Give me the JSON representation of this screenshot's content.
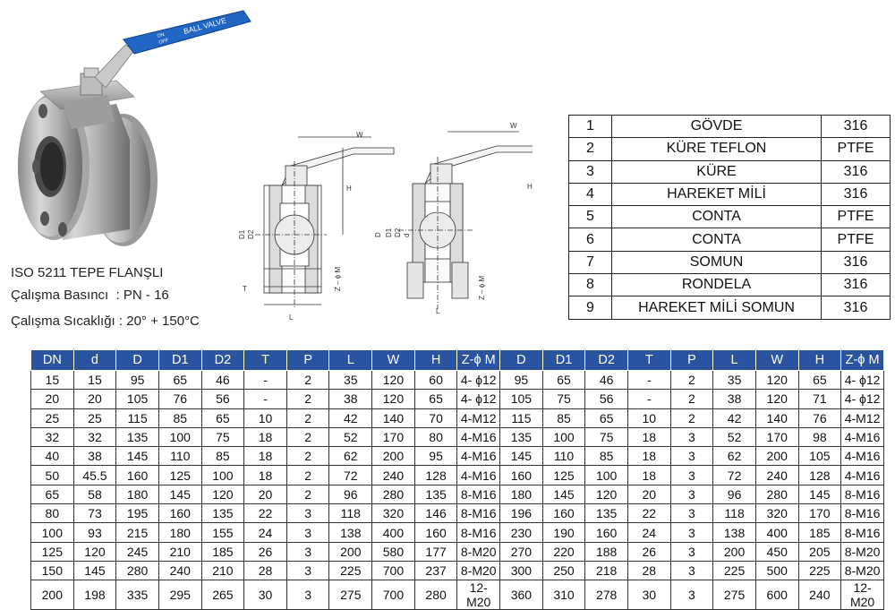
{
  "photo": {
    "handle_text": "BALL VALVE",
    "on_text": "ON",
    "off_text": "OFF"
  },
  "specs": {
    "title": "ISO 5211 TEPE FLANŞLI",
    "pressure_label": "Çalışma Basıncı",
    "pressure_sep": ":",
    "pressure_value": "PN - 16",
    "temp_label": "Çalışma Sıcaklığı",
    "temp_sep": ":",
    "temp_value": "20° + 150°C"
  },
  "drawing_labels": {
    "w": "W",
    "h": "H",
    "d1": "D1",
    "d2": "D2",
    "d": "d",
    "dd": "D",
    "zm": "Z – ϕ M",
    "l": "L",
    "t": "T"
  },
  "parts": [
    {
      "no": "1",
      "name": "GÖVDE",
      "material": "316"
    },
    {
      "no": "2",
      "name": "KÜRE TEFLON",
      "material": "PTFE"
    },
    {
      "no": "3",
      "name": "KÜRE",
      "material": "316"
    },
    {
      "no": "4",
      "name": "HAREKET MİLİ",
      "material": "316"
    },
    {
      "no": "5",
      "name": "CONTA",
      "material": "PTFE"
    },
    {
      "no": "6",
      "name": "CONTA",
      "material": "PTFE"
    },
    {
      "no": "7",
      "name": "SOMUN",
      "material": "316"
    },
    {
      "no": "8",
      "name": "RONDELA",
      "material": "316"
    },
    {
      "no": "9",
      "name": "HAREKET MİLİ SOMUN",
      "material": "316"
    }
  ],
  "table": {
    "headers": [
      "DN",
      "d",
      "D",
      "D1",
      "D2",
      "T",
      "P",
      "L",
      "W",
      "H",
      "Z-ϕ M",
      "D",
      "D1",
      "D2",
      "T",
      "P",
      "L",
      "W",
      "H",
      "Z-ϕ M"
    ],
    "rows": [
      [
        "15",
        "15",
        "95",
        "65",
        "46",
        "-",
        "2",
        "35",
        "120",
        "60",
        "4- ϕ12",
        "95",
        "65",
        "46",
        "-",
        "2",
        "35",
        "120",
        "65",
        "4- ϕ12"
      ],
      [
        "20",
        "20",
        "105",
        "76",
        "56",
        "-",
        "2",
        "38",
        "120",
        "65",
        "4- ϕ12",
        "105",
        "75",
        "56",
        "-",
        "2",
        "38",
        "120",
        "71",
        "4- ϕ12"
      ],
      [
        "25",
        "25",
        "115",
        "85",
        "65",
        "10",
        "2",
        "42",
        "140",
        "70",
        "4-M12",
        "115",
        "85",
        "65",
        "10",
        "2",
        "42",
        "140",
        "76",
        "4-M12"
      ],
      [
        "32",
        "32",
        "135",
        "100",
        "75",
        "18",
        "2",
        "52",
        "170",
        "80",
        "4-M16",
        "135",
        "100",
        "75",
        "18",
        "3",
        "52",
        "170",
        "98",
        "4-M16"
      ],
      [
        "40",
        "38",
        "145",
        "110",
        "85",
        "18",
        "2",
        "62",
        "200",
        "95",
        "4-M16",
        "145",
        "110",
        "85",
        "18",
        "3",
        "62",
        "200",
        "105",
        "4-M16"
      ],
      [
        "50",
        "45.5",
        "160",
        "125",
        "100",
        "18",
        "2",
        "72",
        "240",
        "128",
        "4-M16",
        "160",
        "125",
        "100",
        "18",
        "3",
        "72",
        "240",
        "128",
        "4-M16"
      ],
      [
        "65",
        "58",
        "180",
        "145",
        "120",
        "20",
        "2",
        "96",
        "280",
        "135",
        "8-M16",
        "180",
        "145",
        "120",
        "20",
        "3",
        "96",
        "280",
        "145",
        "8-M16"
      ],
      [
        "80",
        "73",
        "195",
        "160",
        "135",
        "22",
        "3",
        "118",
        "320",
        "146",
        "8-M16",
        "196",
        "160",
        "135",
        "22",
        "3",
        "118",
        "320",
        "170",
        "8-M16"
      ],
      [
        "100",
        "93",
        "215",
        "180",
        "155",
        "24",
        "3",
        "138",
        "400",
        "160",
        "8-M16",
        "230",
        "190",
        "160",
        "24",
        "3",
        "138",
        "400",
        "185",
        "8-M16"
      ],
      [
        "125",
        "120",
        "245",
        "210",
        "185",
        "26",
        "3",
        "200",
        "580",
        "177",
        "8-M20",
        "270",
        "220",
        "188",
        "26",
        "3",
        "200",
        "450",
        "205",
        "8-M20"
      ],
      [
        "150",
        "145",
        "280",
        "240",
        "210",
        "28",
        "3",
        "225",
        "700",
        "237",
        "8-M20",
        "300",
        "250",
        "218",
        "28",
        "3",
        "225",
        "500",
        "225",
        "8-M20"
      ],
      [
        "200",
        "198",
        "335",
        "295",
        "265",
        "30",
        "3",
        "275",
        "700",
        "280",
        "12-M20",
        "360",
        "310",
        "278",
        "30",
        "3",
        "275",
        "600",
        "240",
        "12-M20"
      ]
    ]
  }
}
